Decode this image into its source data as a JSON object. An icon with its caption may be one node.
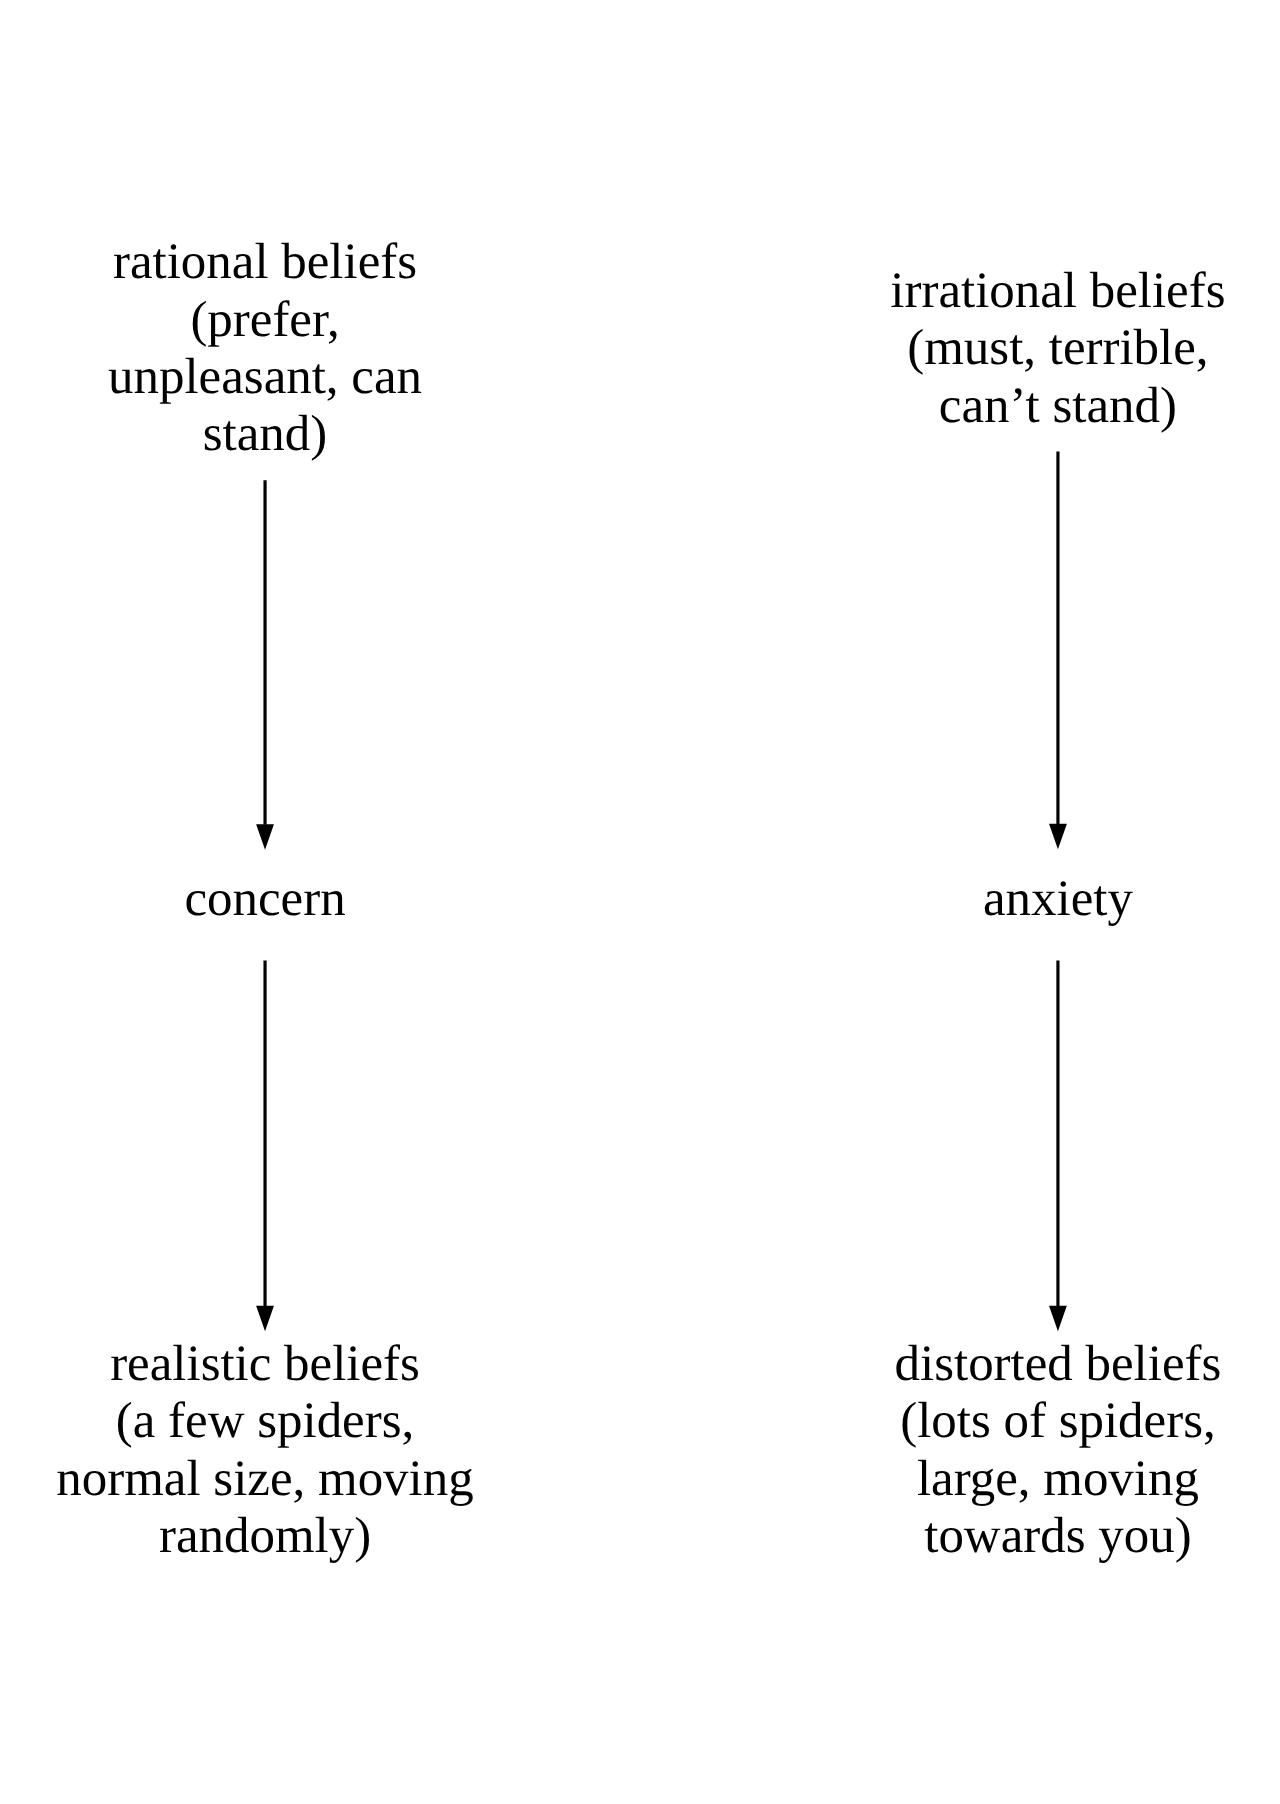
{
  "diagram": {
    "nodes": [
      {
        "text": [
          "rational beliefs (prefer, unpleasant, can stand)"
        ]
      },
      {
        "text": [
          "irrational beliefs (must, terrible, can’t stand)"
        ]
      },
      {
        "text": [
          "concern"
        ]
      },
      {
        "text": [
          "anxiety"
        ]
      },
      {
        "text": [
          "realistic beliefs (a few spiders, normal size, moving randomly)"
        ]
      },
      {
        "text": [
          "distorted beliefs (lots of spiders, large, moving towards you)"
        ]
      }
    ],
    "edges": [
      {
        "from": 0,
        "to": 2,
        "arrow": "to"
      },
      {
        "from": 2,
        "to": 4,
        "arrow": "to"
      },
      {
        "from": 1,
        "to": 3,
        "arrow": "to"
      },
      {
        "from": 3,
        "to": 5,
        "arrow": "to"
      }
    ]
  }
}
